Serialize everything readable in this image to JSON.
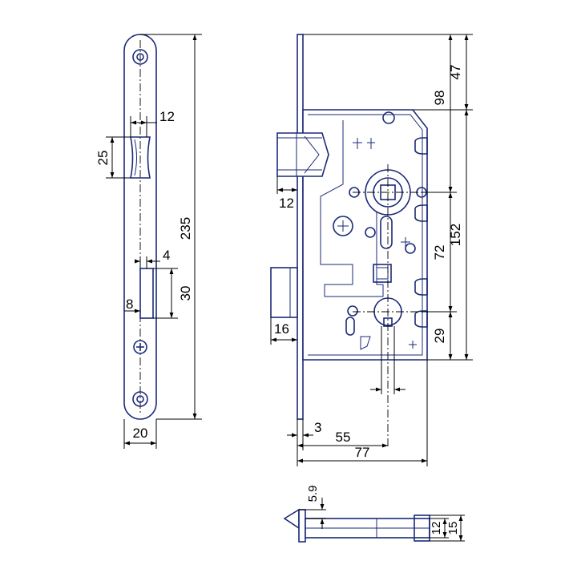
{
  "drawing": {
    "colors": {
      "outline": "#1b2a78",
      "dimension": "#000000",
      "background": "#ffffff"
    },
    "faceplate_dims": {
      "height": "235",
      "width": "20",
      "latch_opening_height": "25",
      "latch_opening_offset": "12",
      "bolt_opening_height": "30",
      "bolt_opening_width": "8",
      "bolt_opening_offset": "4"
    },
    "body_dims": {
      "top_to_follower": "98",
      "top_offset": "47",
      "body_height": "152",
      "follower_to_cylinder": "72",
      "cylinder_to_bottom": "29",
      "latch_projection": "12",
      "bolt_projection": "16",
      "faceplate_thickness": "3",
      "backset": "55",
      "body_depth": "77"
    },
    "section_dims": {
      "thickness": "5.9",
      "inner_width": "12",
      "outer_width": "15"
    }
  }
}
